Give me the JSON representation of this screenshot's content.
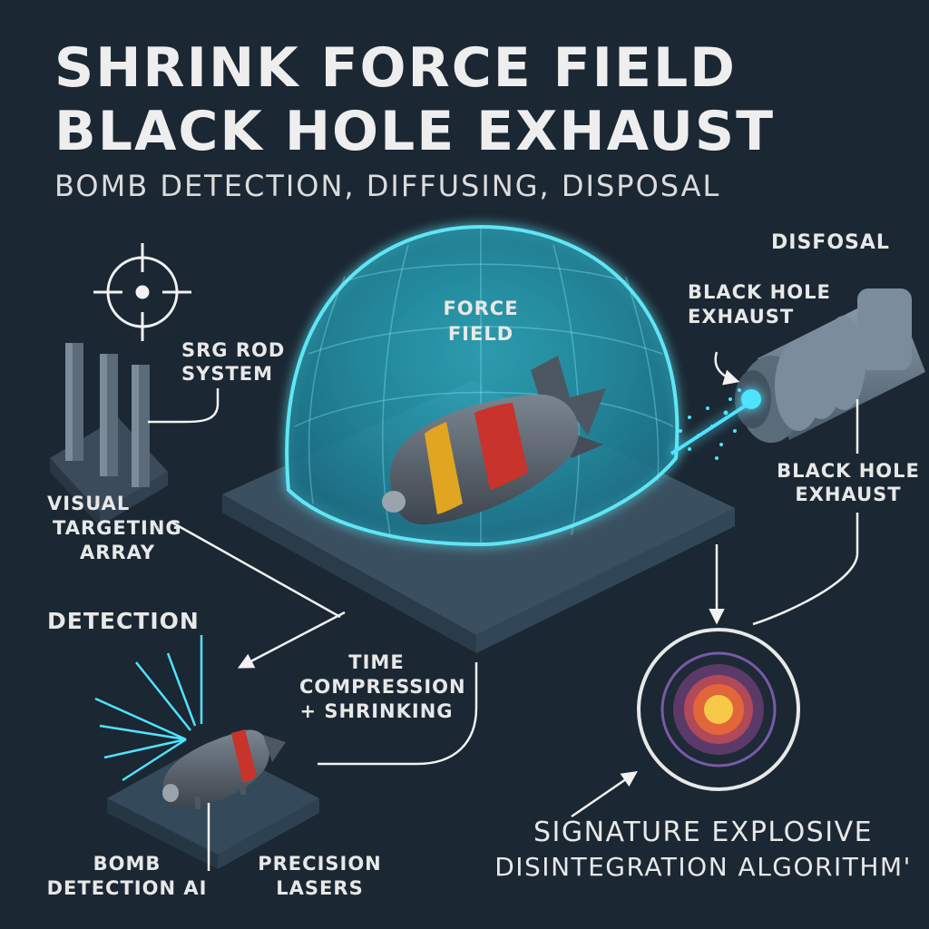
{
  "header": {
    "title_line1": "SHRINK FORCE FIELD",
    "title_line2": "BLACK HOLE EXHAUST",
    "subtitle": "BOMB DETECTION, DIFFUSING, DISPOSAL"
  },
  "labels": {
    "disposal": "DISFOSAL",
    "force_field_1": "FORCE",
    "force_field_2": "FIELD",
    "exhaust_top_1": "BLACK HOLE",
    "exhaust_top_2": "EXHAUST",
    "exhaust_right_1": "BLACK HOLE",
    "exhaust_right_2": "EXHAUST",
    "srg_1": "SRG ROD",
    "srg_2": "SYSTEM",
    "visual_1": "VISUAL",
    "visual_2": "TARGETING",
    "visual_3": "ARRAY",
    "detection": "DETECTION",
    "time_1": "TIME",
    "time_2": "COMPRESSION",
    "time_3": "+ SHRINKING",
    "bomb_ai_1": "BOMB",
    "bomb_ai_2": "DETECTION AI",
    "lasers_1": "PRECISION",
    "lasers_2": "LASERS",
    "algorithm_1": "SIGNATURE EXPLOSIVE",
    "algorithm_2": "DISINTEGRATION ALGORITHM'"
  },
  "colors": {
    "background": "#1b2733",
    "dome": "#3fd3e8",
    "bomb_body": "#59636e",
    "bomb_red_band": "#c8332b",
    "bomb_yellow_band": "#e0a521",
    "beam": "#4fe3ff",
    "target_core": "#f7c948"
  }
}
